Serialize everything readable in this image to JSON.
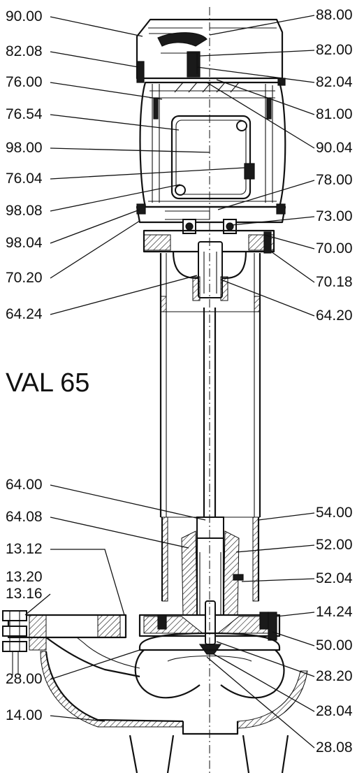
{
  "model_label": "VAL 65",
  "callouts_left": [
    "90.00",
    "82.08",
    "76.00",
    "76.54",
    "98.00",
    "76.04",
    "98.08",
    "98.04",
    "70.20",
    "64.24",
    "64.00",
    "64.08",
    "13.12",
    "13.20",
    "13.16",
    "28.00",
    "14.00"
  ],
  "callouts_right": [
    "88.00",
    "82.00",
    "82.04",
    "81.00",
    "90.04",
    "78.00",
    "73.00",
    "70.00",
    "70.18",
    "64.20",
    "54.00",
    "52.00",
    "52.04",
    "14.24",
    "50.00",
    "28.20",
    "28.04",
    "28.08"
  ]
}
